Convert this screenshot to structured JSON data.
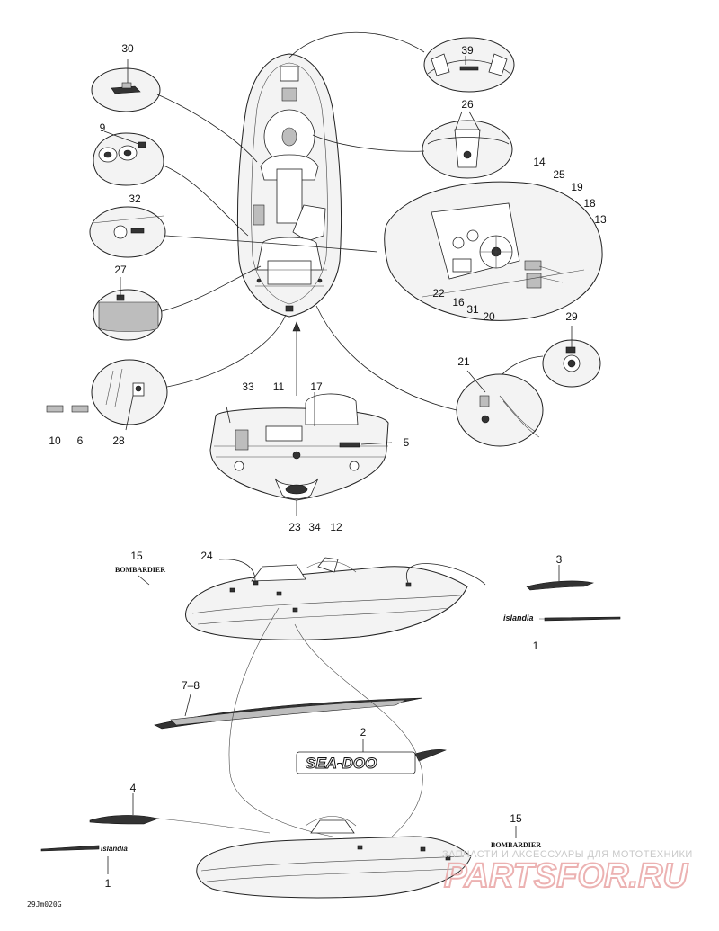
{
  "callouts": {
    "c30": "30",
    "c9": "9",
    "c32": "32",
    "c27": "27",
    "c10": "10",
    "c6": "6",
    "c28": "28",
    "c39": "39",
    "c26": "26",
    "c14": "14",
    "c25": "25",
    "c19": "19",
    "c18": "18",
    "c13": "13",
    "c22": "22",
    "c16": "16",
    "c31": "31",
    "c20": "20",
    "c29": "29",
    "c21": "21",
    "c33": "33",
    "c11": "11",
    "c17": "17",
    "c5": "5",
    "c23": "23",
    "c34": "34",
    "c12": "12",
    "c15a": "15",
    "c24": "24",
    "c3": "3",
    "c1a": "1",
    "c78": "7–8",
    "c2": "2",
    "c4": "4",
    "c15b": "15",
    "c1b": "1"
  },
  "logos": {
    "bombardier": "BOMBARDIER",
    "islandia": "islandia",
    "seadoo": "SEA-DOO"
  },
  "diagram_code": "29Jm020G",
  "watermark": {
    "line1": "ЗАПЧАСТИ И АКСЕССУАРЫ ДЛЯ МОТОТЕХНИКИ",
    "line2": "PARTSFOR.RU"
  }
}
